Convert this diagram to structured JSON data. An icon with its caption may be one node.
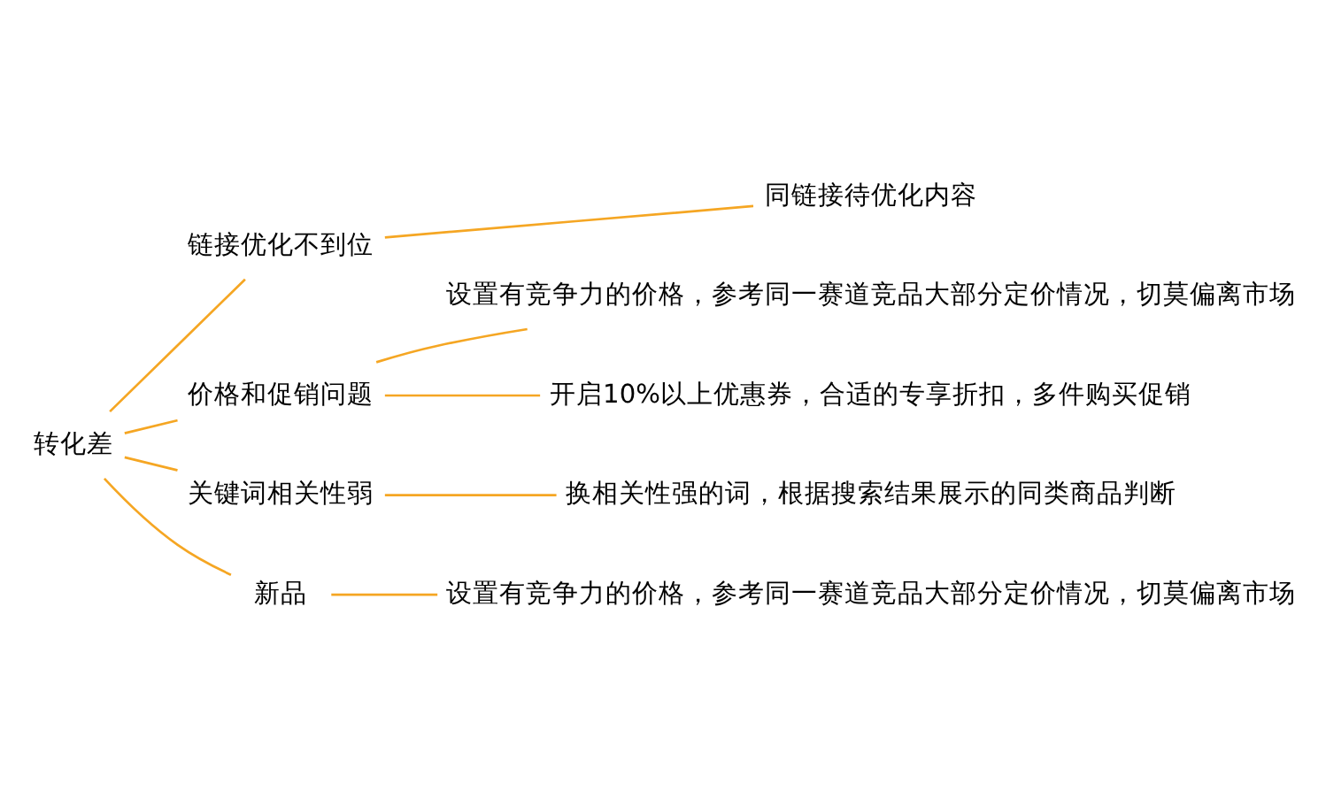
{
  "diagram": {
    "nodes": [
      {
        "text": [
          "转化差"
        ]
      },
      {
        "text": [
          "链接优化不到位"
        ]
      },
      {
        "text": [
          "同链接待优化内容"
        ]
      },
      {
        "text": [
          "价格和促销问题"
        ]
      },
      {
        "text": [
          "设置有竞争力的价格，参考同一赛道竞品大部分定价情况，切莫偏离市场"
        ]
      },
      {
        "text": [
          "开启10%以上优惠券，合适的专享折扣，多件购买促销"
        ]
      },
      {
        "text": [
          "关键词相关性弱"
        ]
      },
      {
        "text": [
          "换相关性强的词，根据搜索结果展示的同类商品判断"
        ]
      },
      {
        "text": [
          "新品"
        ]
      },
      {
        "text": [
          "设置有竞争力的价格，参考同一赛道竞品大部分定价情况，切莫偏离市场"
        ]
      }
    ],
    "edges": [
      {
        "from": 0,
        "to": 1,
        "arrow": "none"
      },
      {
        "from": 1,
        "to": 2,
        "arrow": "none"
      },
      {
        "from": 0,
        "to": 3,
        "arrow": "none"
      },
      {
        "from": 3,
        "to": 4,
        "arrow": "none"
      },
      {
        "from": 3,
        "to": 5,
        "arrow": "none"
      },
      {
        "from": 0,
        "to": 6,
        "arrow": "none"
      },
      {
        "from": 6,
        "to": 7,
        "arrow": "none"
      },
      {
        "from": 0,
        "to": 8,
        "arrow": "none"
      },
      {
        "from": 8,
        "to": 9,
        "arrow": "none"
      }
    ]
  }
}
